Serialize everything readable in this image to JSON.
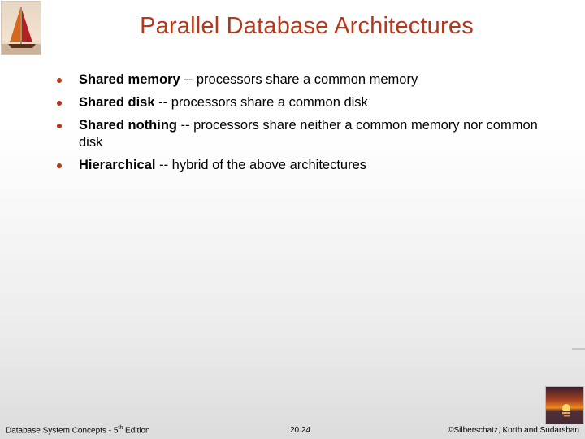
{
  "slide": {
    "title": "Parallel Database Architectures",
    "bullets": [
      {
        "term": "Shared memory",
        "text": " -- processors share a common memory"
      },
      {
        "term": "Shared disk",
        "text": " -- processors share a common disk"
      },
      {
        "term": "Shared nothing",
        "text": " -- processors share neither a common memory nor common disk"
      },
      {
        "term": "Hierarchical",
        "text": " -- hybrid of the above architectures"
      }
    ]
  },
  "footer": {
    "left_prefix": "Database System Concepts - 5",
    "left_sup": "th",
    "left_suffix": " Edition",
    "center": "20.24",
    "right": "©Silberschatz, Korth and Sudarshan"
  },
  "colors": {
    "title": "#b5381c",
    "bullet": "#b5381c"
  },
  "icons": {
    "top_left_logo": "sailboat-logo",
    "bottom_right_logo": "sunset-logo"
  }
}
